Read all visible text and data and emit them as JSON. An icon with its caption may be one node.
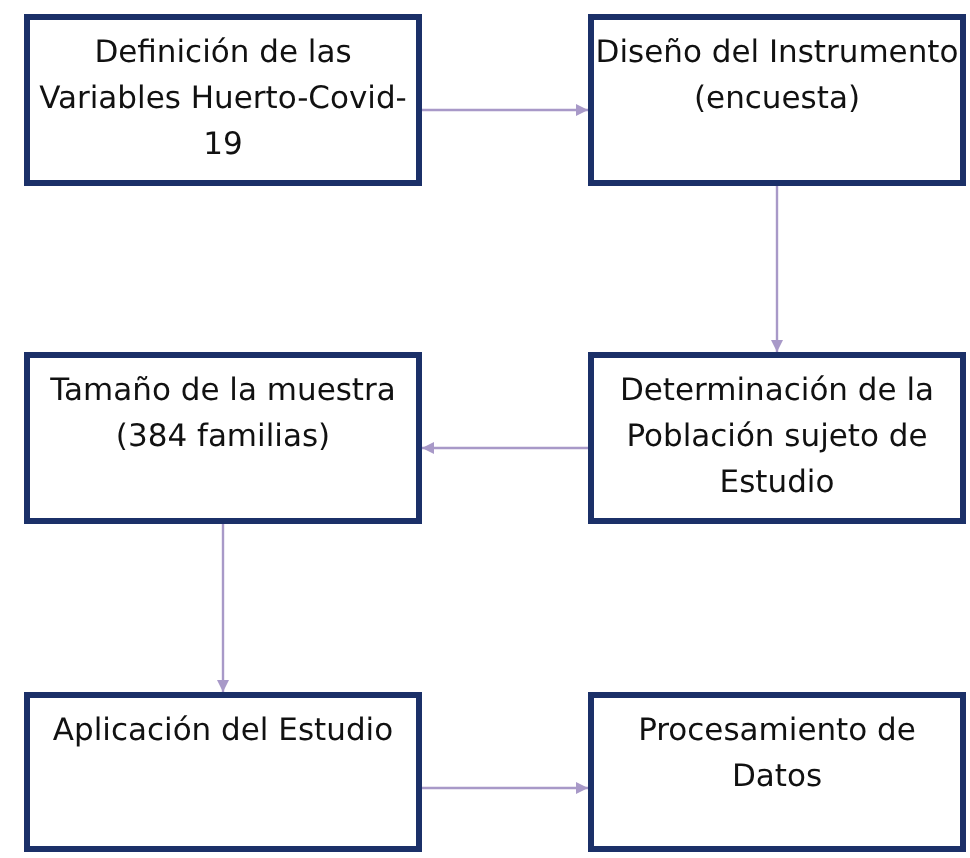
{
  "diagram": {
    "nodes": [
      {
        "text": [
          "Definición de las Variables Huerto-Covid-19"
        ]
      },
      {
        "text": [
          "Diseño del Instrumento (encuesta)"
        ]
      },
      {
        "text": [
          "Determinación de la Población sujeto de Estudio"
        ]
      },
      {
        "text": [
          "Tamaño de la muestra (384 familias)"
        ]
      },
      {
        "text": [
          "Aplicación del Estudio"
        ]
      },
      {
        "text": [
          "Procesamiento de Datos"
        ]
      }
    ],
    "edges": [
      {
        "from": 0,
        "to": 1,
        "arrow": "to"
      },
      {
        "from": 1,
        "to": 2,
        "arrow": "to"
      },
      {
        "from": 2,
        "to": 3,
        "arrow": "to"
      },
      {
        "from": 3,
        "to": 4,
        "arrow": "to"
      },
      {
        "from": 4,
        "to": 5,
        "arrow": "to"
      }
    ]
  }
}
